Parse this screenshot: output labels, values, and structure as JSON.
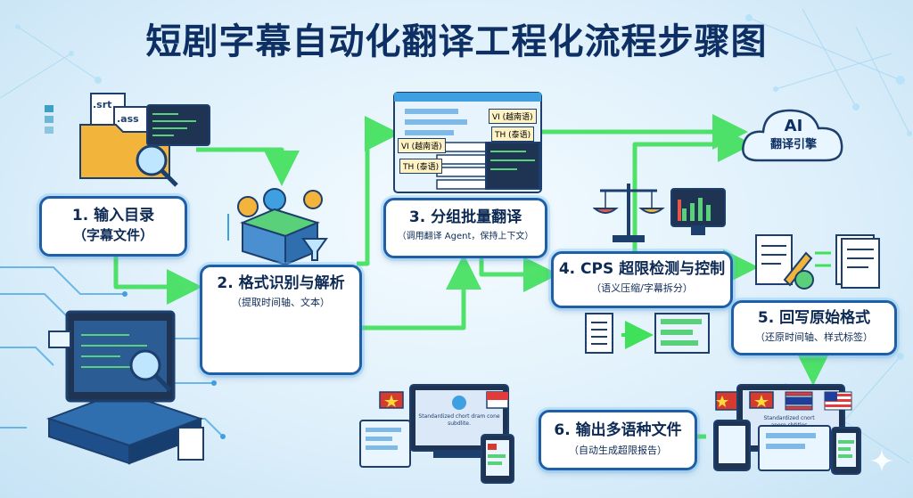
{
  "title": "短剧字幕自动化翻译工程化流程步骤图",
  "steps": [
    {
      "main": "1. 输入目录",
      "sub": "（字幕文件）"
    },
    {
      "main": "2. 格式识别与解析",
      "sub": "（提取时间轴、文本）"
    },
    {
      "main": "3. 分组批量翻译",
      "sub": "（调用翻译 Agent，保持上下文）"
    },
    {
      "main": "4. CPS 超限检测与控制",
      "sub": "（语义压缩/字幕拆分）"
    },
    {
      "main": "5. 回写原始格式",
      "sub": "（还原时间轴、样式标签）"
    },
    {
      "main": "6. 输出多语种文件",
      "sub": "（自动生成超限报告）"
    }
  ],
  "ai_engine": {
    "line1": "AI",
    "line2": "翻译引擎"
  },
  "file_labels": {
    "srt": ".srt",
    "ass": ".ass"
  },
  "lang_tags": [
    "VI (越南语)",
    "TH (泰语)",
    "VI (越南语)",
    "TH (泰语)"
  ],
  "screen_texts": {
    "left_screen": "Standardized chort dram cone subdlite.",
    "right_screen": "Standardized cnort anore sbtitles"
  },
  "colors": {
    "arrow": "#3fe05a",
    "box_border": "#1f5fa8",
    "title": "#0d2f63"
  }
}
